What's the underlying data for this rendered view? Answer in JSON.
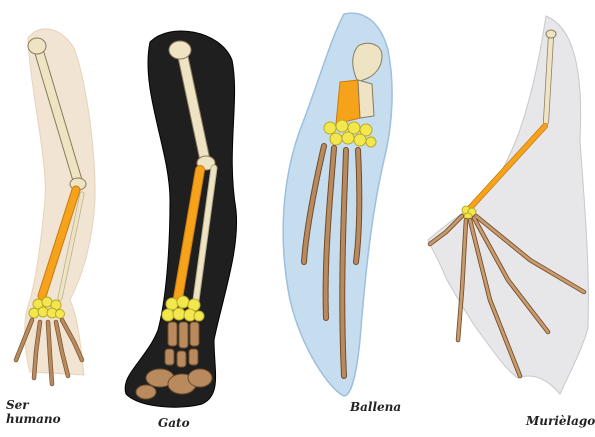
{
  "labels": {
    "human": "Ser humano",
    "cat": "Gato",
    "whale": "Ballena",
    "bat": "Murièlago"
  },
  "colors": {
    "humerus": "#eee3c2",
    "radius_ulna": "#f7a21b",
    "carpals": "#f2e84d",
    "phalanges": "#b88a5e",
    "human_skin": "#f1e4d2",
    "cat_fur": "#1f1f1f",
    "whale_flipper": "#c6dcef",
    "bat_membrane": "#e7e7e9"
  },
  "icons": {
    "human_arm": "human-arm-skeleton",
    "cat_leg": "cat-foreleg-skeleton",
    "whale_flipper": "whale-flipper-skeleton",
    "bat_wing": "bat-wing-skeleton"
  }
}
